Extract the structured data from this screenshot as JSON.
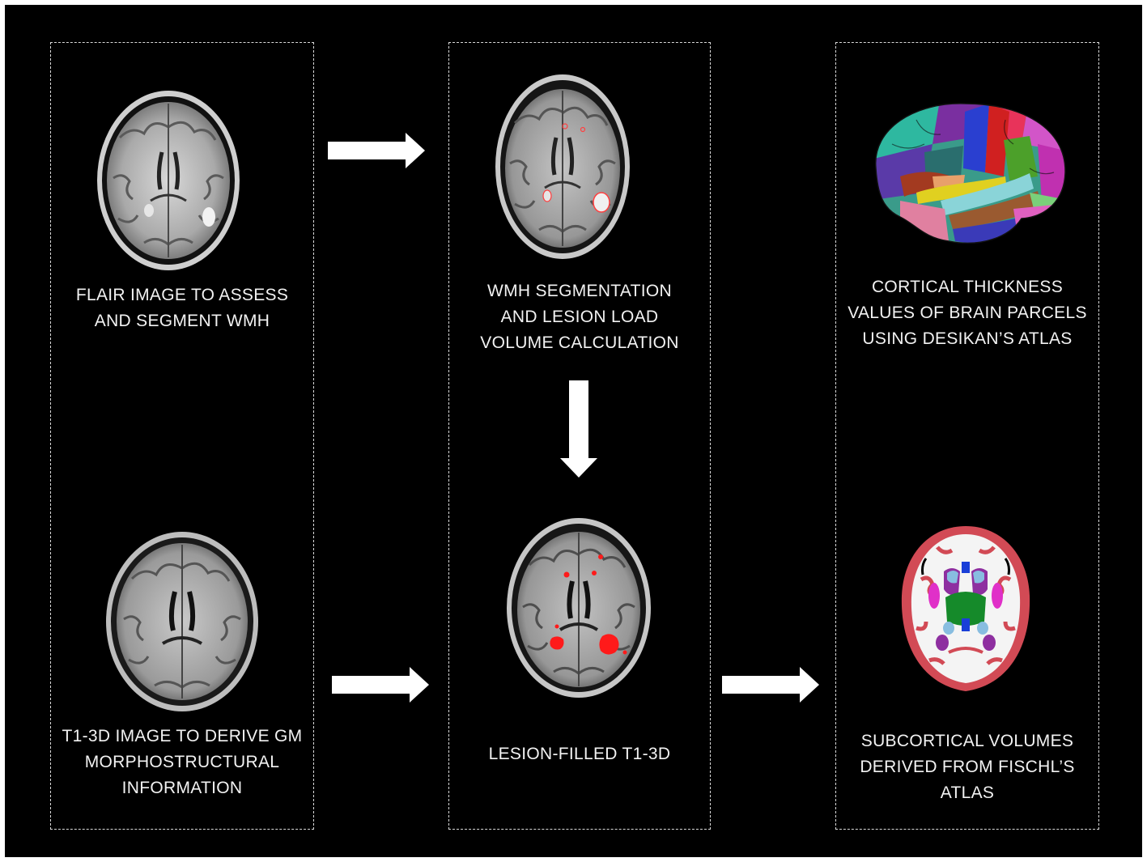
{
  "panels": {
    "left": {
      "top_caption": [
        "FLAIR IMAGE TO ASSESS",
        "AND SEGMENT WMH"
      ],
      "bottom_caption": [
        "T1-3D IMAGE TO DERIVE GM",
        "MORPHOSTRUCTURAL",
        "INFORMATION"
      ]
    },
    "middle": {
      "top_caption": [
        "WMH SEGMENTATION",
        "AND LESION LOAD",
        "VOLUME CALCULATION"
      ],
      "bottom_caption": [
        "LESION-FILLED T1-3D"
      ]
    },
    "right": {
      "top_caption": [
        "CORTICAL THICKNESS",
        "VALUES OF BRAIN PARCELS",
        "USING DESIKAN’S ATLAS"
      ],
      "bottom_caption": [
        "SUBCORTICAL VOLUMES",
        "DERIVED FROM FISCHL’S",
        "ATLAS"
      ]
    }
  },
  "colors": {
    "background": "#000000",
    "text": "#f2f2f2",
    "panel_border": "#d9d9d9",
    "arrow": "#ffffff",
    "lesion": "#ff1a1a",
    "cortex_parcel": "#d24a55",
    "white_matter": "#f4f4f4"
  },
  "icons": {
    "flair_scan": "flair-brain-mri",
    "wmh_segmentation_scan": "flair-brain-mri-with-wmh-outline",
    "t1_scan": "t1-brain-mri",
    "lesion_filled_scan": "t1-brain-mri-with-red-lesions",
    "cortical_surface": "parcellated-cortex-3d",
    "subcortical_segmentation": "subcortical-segmentation-axial",
    "arrow_right": "arrow-right-icon",
    "arrow_down": "arrow-down-icon"
  }
}
